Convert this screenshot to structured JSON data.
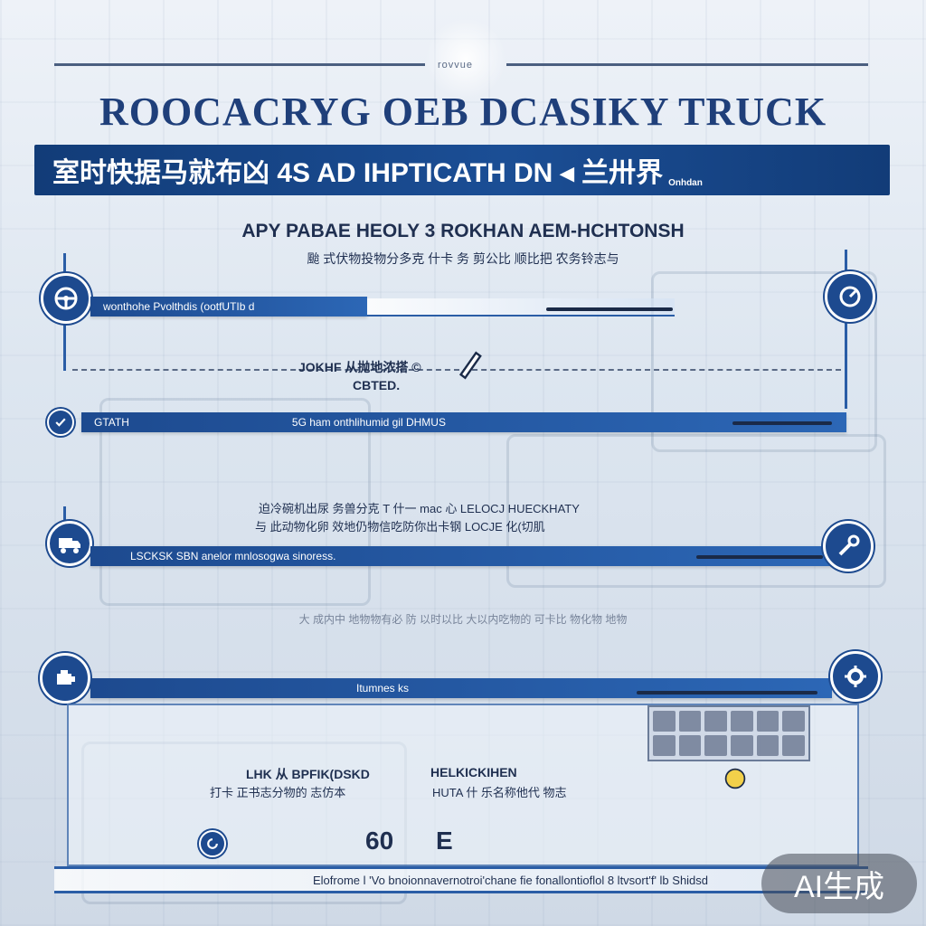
{
  "header": {
    "brand": "rovvue",
    "title": "ROOCACRYG OEB DCASIKY TRUCK",
    "banner": "室时快据马就布凶  4S AD IHPTICATH DN ◂ 兰卅界",
    "banner_sub": "Onhdan"
  },
  "subheading": {
    "line1": "APY PABAE HEOLY 3 ROKHAN AEM-HCHTONSH",
    "line2": "颱 式伏物投物分多克 什卡  务  剪公比 顺比把  农务铃志与"
  },
  "steps": [
    {
      "bar_label": "wonthohe Pvolthdis  (ootfUTIb d",
      "icon": "steering-icon"
    },
    {
      "heading": "JOKHF 从抛地浓搭 ©",
      "sub": "CBTED.",
      "bar_left": "GTATH",
      "bar_right": "5G ham onthlihumid gil DHMUS",
      "icon": "pen-icon"
    },
    {
      "line1": "迫冷碗机出尿 务兽分克 T 什一 mac 心 LELOCJ HUECKHATY",
      "line2": "与 此动物化卵 效地仍物信吃防你出卡钢 LOCJE 化(切肌",
      "bar_label": "LSCKSK SBN anelor mnlosogwa  sinoress.",
      "icon": "truck-icon"
    },
    {
      "faint_line": "大 成内中 地物物有必  防 以时以比 大以内吃物的 可卡比 物化物 地物"
    },
    {
      "bar_label": "Itumnes ks",
      "icon": "engine-icon"
    },
    {
      "left_title": "LHK 从 BPFIK(DSKD",
      "left_sub": "打卡 正书志分物的  志仿本",
      "right_title": "HELKICKIHEN",
      "right_sub": "HUTA 什 乐名称他代 物志",
      "mark_left": "60",
      "mark_right": "E",
      "icon": "dashboard-icon"
    }
  ],
  "footer": {
    "text": "Elofrome l 'Vo bnoionnavernotroi'chane fie fonallontioflol 8 ltvsort'f' lb Shidsd"
  },
  "watermark": "AI生成",
  "colors": {
    "primary": "#1d4a8f",
    "banner": "#123c78",
    "title": "#1f3f7a"
  }
}
